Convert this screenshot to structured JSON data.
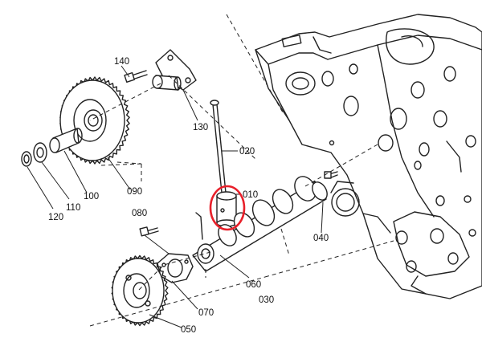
{
  "diagram": {
    "parts": [
      {
        "id": "010",
        "label": "010",
        "highlighted": true
      },
      {
        "id": "020",
        "label": "020"
      },
      {
        "id": "030",
        "label": "030"
      },
      {
        "id": "040",
        "label": "040"
      },
      {
        "id": "050",
        "label": "050"
      },
      {
        "id": "060",
        "label": "060"
      },
      {
        "id": "070",
        "label": "070"
      },
      {
        "id": "080",
        "label": "080"
      },
      {
        "id": "090",
        "label": "090"
      },
      {
        "id": "100",
        "label": "100"
      },
      {
        "id": "110",
        "label": "110"
      },
      {
        "id": "120",
        "label": "120"
      },
      {
        "id": "130",
        "label": "130"
      },
      {
        "id": "140",
        "label": "140"
      }
    ],
    "highlight_color": "#e8202a"
  }
}
